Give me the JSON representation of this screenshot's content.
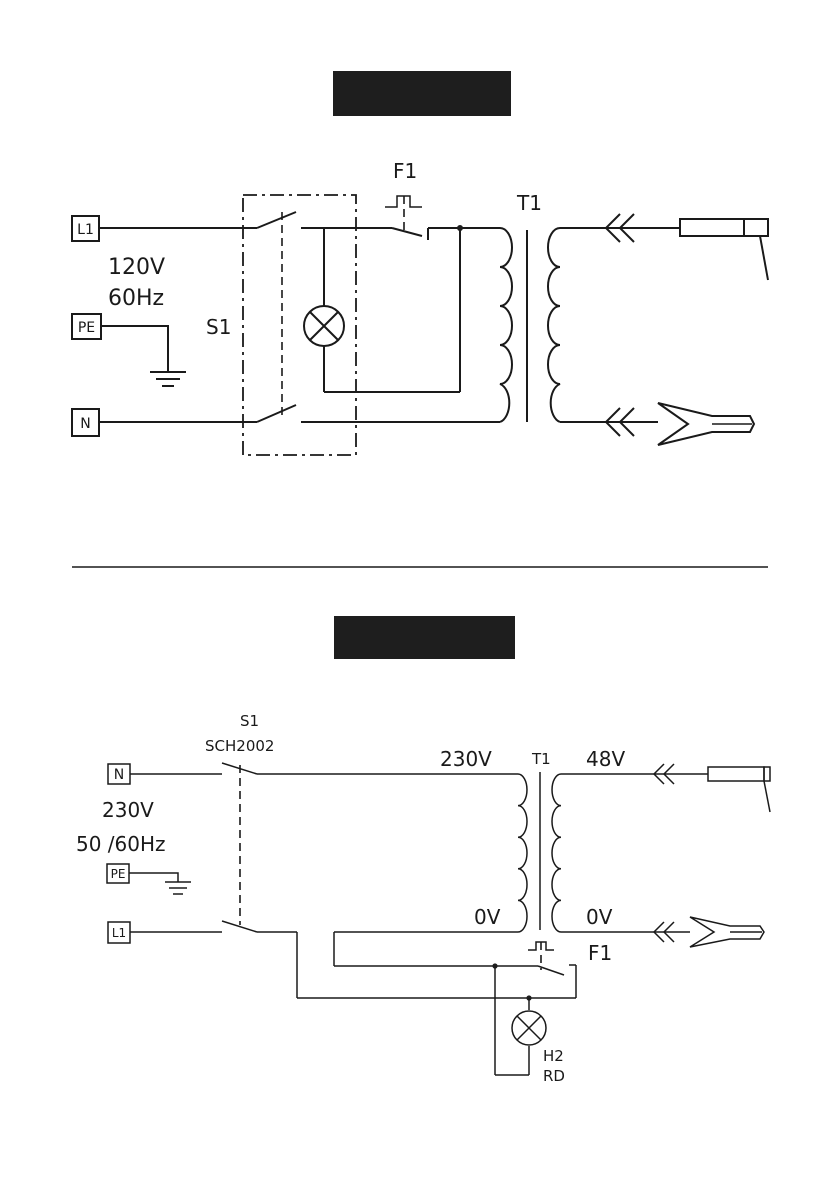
{
  "diagram_top": {
    "terminals": {
      "l1": "L1",
      "pe": "PE",
      "n": "N"
    },
    "supply_voltage": "120V",
    "supply_frequency": "60Hz",
    "switch_label": "S1",
    "breaker_label": "F1",
    "transformer_label": "T1"
  },
  "diagram_bottom": {
    "terminals": {
      "n": "N",
      "pe": "PE",
      "l1": "L1"
    },
    "switch_label": "S1",
    "switch_model": "SCH2002",
    "supply_voltage": "230V",
    "supply_frequency": "50 /60Hz",
    "primary_voltage": "230V",
    "primary_zero": "0V",
    "transformer_label": "T1",
    "secondary_voltage": "48V",
    "secondary_zero": "0V",
    "breaker_label": "F1",
    "lamp_label": "H2",
    "lamp_color": "RD"
  },
  "colors": {
    "ink": "#1a1a1a",
    "banner": "#1e1e1e"
  }
}
